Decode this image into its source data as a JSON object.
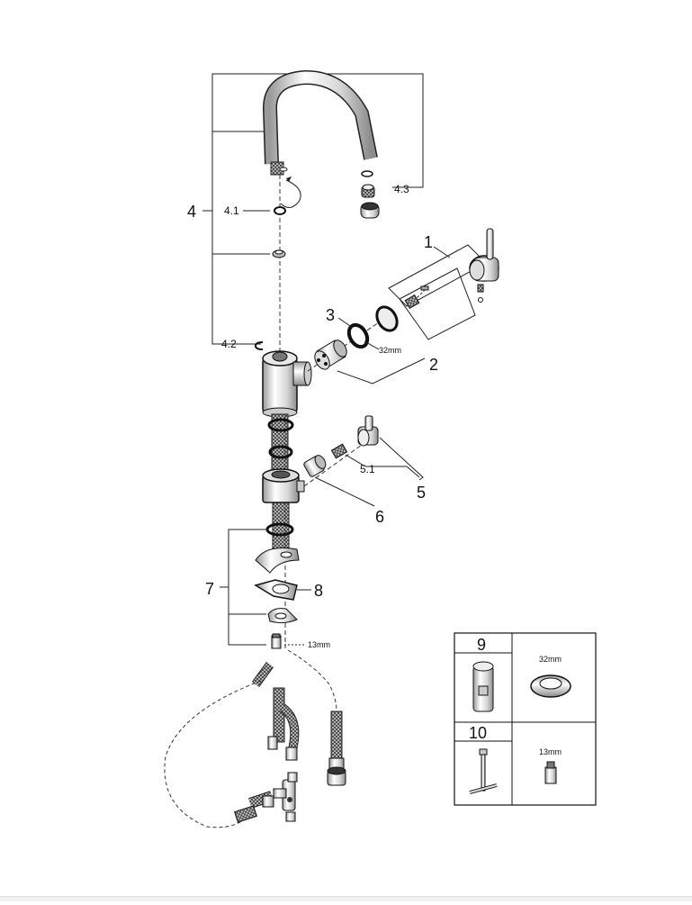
{
  "labels": {
    "l1": "1",
    "l2": "2",
    "l3": "3",
    "l4": "4",
    "l4_1": "4.1",
    "l4_2": "4.2",
    "l4_3": "4.3",
    "l5": "5",
    "l5_1": "5.1",
    "l6": "6",
    "l7": "7",
    "l8": "8",
    "size_32": "32mm",
    "size_13": "13mm"
  },
  "tools_table": {
    "item9_number": "9",
    "item9_size": "32mm",
    "item10_number": "10",
    "item10_size": "13mm"
  }
}
